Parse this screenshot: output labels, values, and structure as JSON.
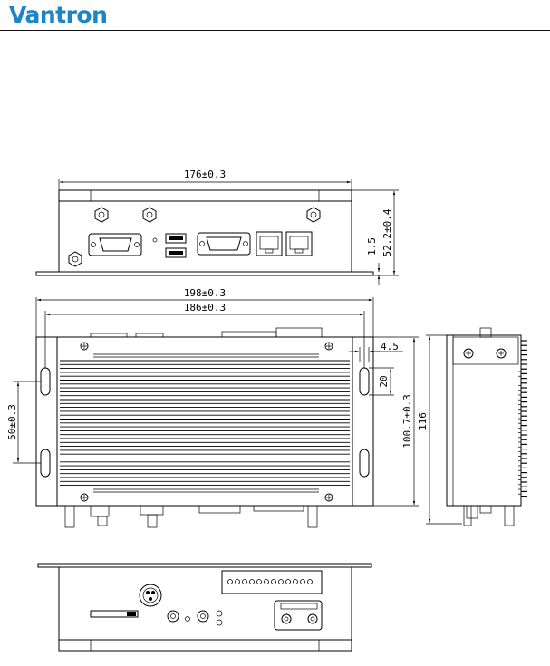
{
  "header": {
    "logo_text": "Vantron",
    "brand_color": "#1a86c6"
  },
  "dimensions": {
    "front_width": "176±0.3",
    "front_height": "52.2±0.4",
    "front_offset": "1.5",
    "top_overall_width": "198±0.3",
    "top_hole_spacing": "186±0.3",
    "slot_offset": "4.5",
    "slot_length": "20",
    "hole_pitch_vertical": "100.7±0.3",
    "depth": "116",
    "slot_spacing": "50±0.3"
  }
}
